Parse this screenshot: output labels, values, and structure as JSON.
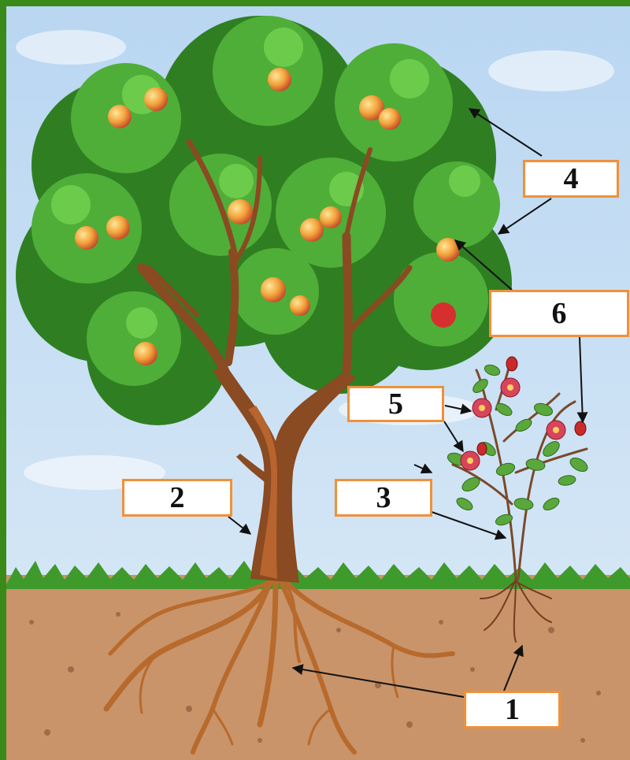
{
  "labels": {
    "l1": "1",
    "l2": "2",
    "l3": "3",
    "l4": "4",
    "l5": "5",
    "l6": "6"
  },
  "colors": {
    "frame": "#3a8a1a",
    "sky": "#cfe3f5",
    "foliage": "#3f9a2c",
    "trunk": "#8a4a22",
    "soil": "#c9946a",
    "label_border": "#f0903a",
    "apple": "#f2a23a",
    "flower": "#d8455a"
  }
}
